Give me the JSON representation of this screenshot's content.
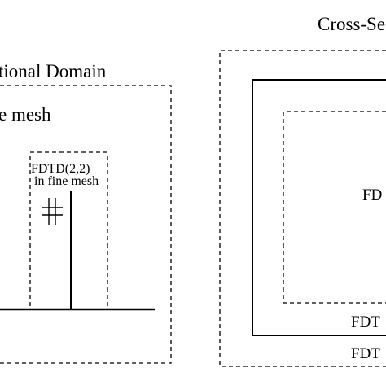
{
  "labels": {
    "cross_section_title": "Cross-Se",
    "computational_domain": "tional Domain",
    "coarse_mesh": "e mesh",
    "fdtd_box_line1": "FDTD(2,2)",
    "fdtd_box_line2": "in fine mesh",
    "inner_region": "FD",
    "middle_region": "FDT",
    "outer_region": "FDT"
  },
  "colors": {
    "stroke": "#000000",
    "background": "#ffffff"
  }
}
